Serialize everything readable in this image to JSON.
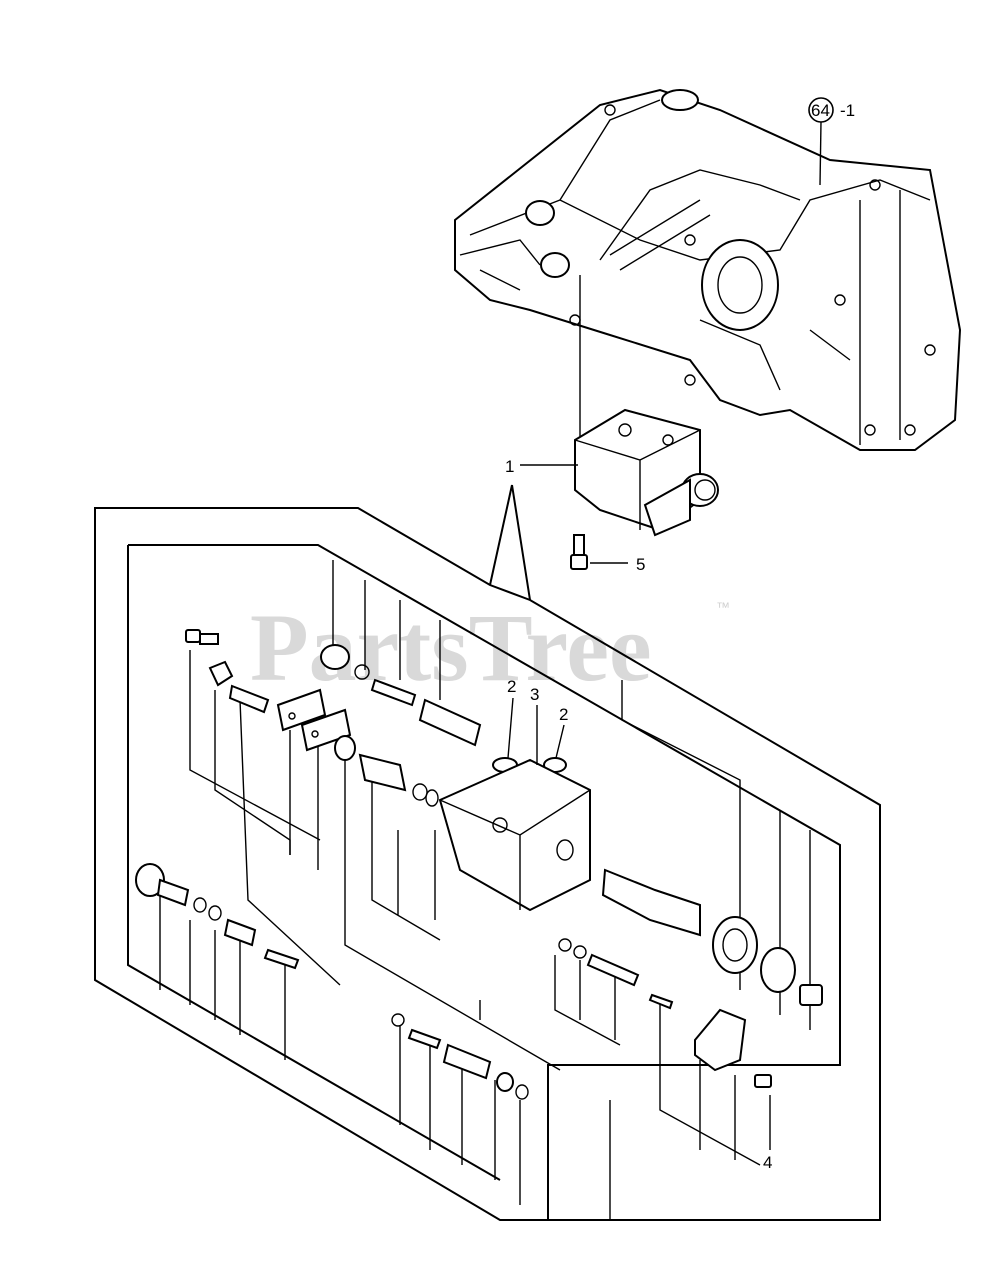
{
  "watermark": {
    "text": "PartsTree",
    "trademark": "™"
  },
  "callouts": [
    {
      "id": "64",
      "text": "64",
      "suffix": "-1"
    },
    {
      "id": "1",
      "text": "1"
    },
    {
      "id": "5",
      "text": "5"
    },
    {
      "id": "2a",
      "text": "2"
    },
    {
      "id": "3",
      "text": "3"
    },
    {
      "id": "2b",
      "text": "2"
    },
    {
      "id": "4",
      "text": "4"
    }
  ]
}
